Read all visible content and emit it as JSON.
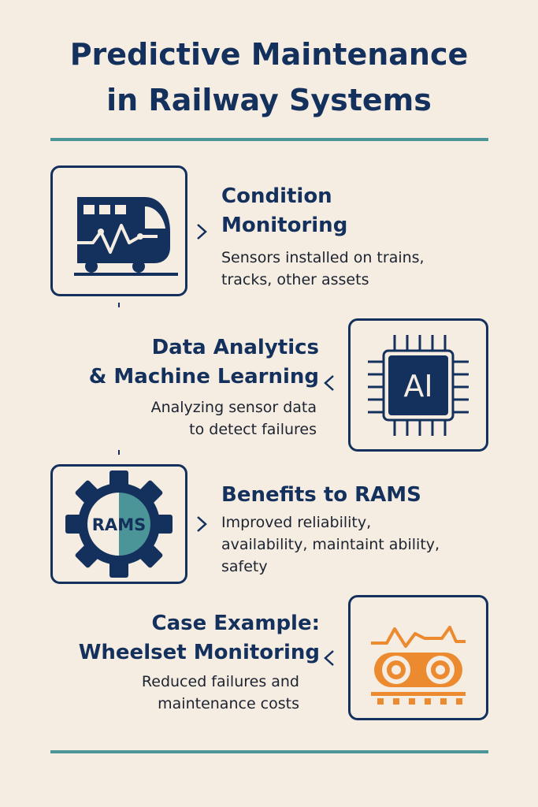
{
  "title": {
    "line1": "Predictive Maintenance",
    "line2": "in Railway Systems"
  },
  "sections": [
    {
      "heading_line1": "Condition",
      "heading_line2": "Monitoring",
      "desc_line1": "Sensors installed on trains,",
      "desc_line2": "tracks, other assets",
      "icon": "train-heartbeat-icon"
    },
    {
      "heading_line1": "Data Analytics",
      "heading_line2": "& Machine Learning",
      "desc_line1": "Analyzing sensor data",
      "desc_line2": "to detect failures",
      "icon": "ai-chip-icon",
      "icon_text": "AI"
    },
    {
      "heading_line1": "Benefits to RAMS",
      "desc_line1": "Improved reliability,",
      "desc_line2": "availability, maintaint ability,",
      "desc_line3": "safety",
      "icon": "rams-gear-icon",
      "icon_text": "RAMS"
    },
    {
      "heading_line1": "Case Example:",
      "heading_line2": "Wheelset Monitoring",
      "desc_line1": "Reduced failures and",
      "desc_line2": "maintenance costs",
      "icon": "wheelset-icon"
    }
  ],
  "colors": {
    "navy": "#13315c",
    "teal": "#4b9497",
    "orange": "#ec8a2f",
    "background": "#f5ece2"
  }
}
